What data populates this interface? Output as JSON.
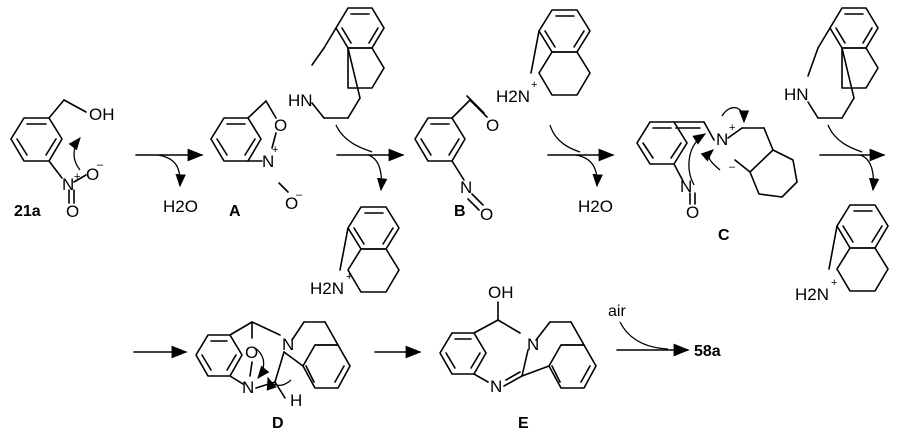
{
  "labels": {
    "cmpd_21a": "21a",
    "cmpd_A": "A",
    "cmpd_B": "B",
    "cmpd_C": "C",
    "cmpd_D": "D",
    "cmpd_E": "E",
    "cmpd_58a": "58a"
  },
  "atoms": {
    "OH": "OH",
    "N": "N",
    "O": "O",
    "H": "H",
    "HN": "HN",
    "H2N": "H2N",
    "plus": "+",
    "minus": "–"
  },
  "byproducts": {
    "water": "H2O"
  },
  "reagents": {
    "air": "air"
  }
}
